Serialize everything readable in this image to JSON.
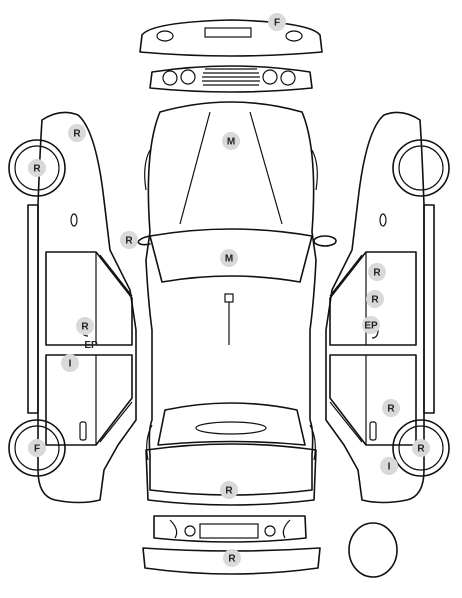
{
  "markers": [
    {
      "id": "front-bumper",
      "code": "F"
    },
    {
      "id": "hood",
      "code": "M"
    },
    {
      "id": "left-fender",
      "code": "R"
    },
    {
      "id": "left-front-wheel",
      "code": "R"
    },
    {
      "id": "left-mirror",
      "code": "R"
    },
    {
      "id": "roof",
      "code": "M"
    },
    {
      "id": "left-front-door",
      "code": "R"
    },
    {
      "id": "left-rocker",
      "code": "EP"
    },
    {
      "id": "left-rear-door",
      "code": "I"
    },
    {
      "id": "left-rear-wheel",
      "code": "F"
    },
    {
      "id": "right-front-door-upper",
      "code": "R"
    },
    {
      "id": "right-front-door-lower",
      "code": "R"
    },
    {
      "id": "right-rocker",
      "code": "EP"
    },
    {
      "id": "right-rear-door",
      "code": "R"
    },
    {
      "id": "right-rear-wheel",
      "code": "R"
    },
    {
      "id": "right-rear-quarter",
      "code": "I"
    },
    {
      "id": "trunk",
      "code": "R"
    },
    {
      "id": "rear-bumper",
      "code": "R"
    }
  ],
  "colors": {
    "line": "#111111",
    "tag": "#d9d9d9",
    "tag_text": "#222222"
  }
}
